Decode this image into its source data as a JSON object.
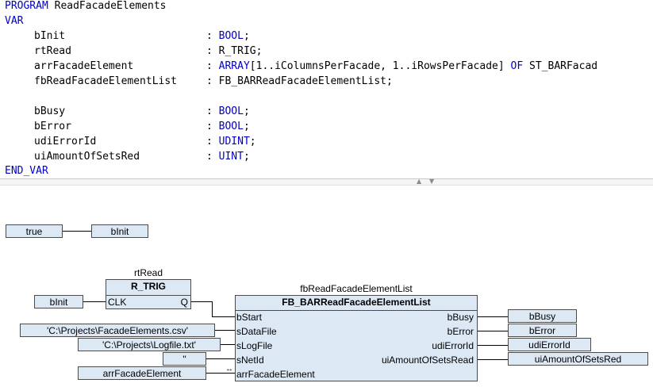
{
  "declaration": {
    "line1": {
      "kw": "PROGRAM",
      "name": "ReadFacadeElements"
    },
    "var_open": "VAR",
    "vars": [
      {
        "name": "bInit",
        "colon": ": ",
        "type_kw": "BOOL",
        "rest": ";"
      },
      {
        "name": "rtRead",
        "colon": ": ",
        "type_kw": "",
        "rest": "R_TRIG;"
      },
      {
        "name": "arrFacadeElement",
        "colon": ": ",
        "type_kw": "ARRAY",
        "rest": "[1..iColumnsPerFacade, 1..iRowsPerFacade]",
        "of_kw": "OF",
        "of_type": "ST_BARFacad"
      },
      {
        "name": "fbReadFacadeElementList",
        "colon": ": ",
        "type_kw": "",
        "rest": "FB_BARReadFacadeElementList;"
      },
      {
        "name": "bBusy",
        "colon": ": ",
        "type_kw": "BOOL",
        "rest": ";"
      },
      {
        "name": "bError",
        "colon": ": ",
        "type_kw": "BOOL",
        "rest": ";"
      },
      {
        "name": "udiErrorId",
        "colon": ": ",
        "type_kw": "UDINT",
        "rest": ";"
      },
      {
        "name": "uiAmountOfSetsRed",
        "colon": ": ",
        "type_kw": "UINT",
        "rest": ";"
      }
    ],
    "end_var": "END_VAR"
  },
  "splitter": {
    "up_arrow": "▲",
    "down_arrow": "▼"
  },
  "fbd": {
    "true_input": "true",
    "binit_output": "bInit",
    "rtrig": {
      "instance": "rtRead",
      "type": "R_TRIG",
      "clk_pin": "CLK",
      "q_pin": "Q",
      "input": "bInit"
    },
    "fb": {
      "instance": "fbReadFacadeElementList",
      "type": "FB_BARReadFacadeElementList",
      "inputs": [
        "bStart",
        "sDataFile",
        "sLogFile",
        "sNetId",
        "arrFacadeElement"
      ],
      "outputs": [
        "bBusy",
        "bError",
        "udiErrorId",
        "uiAmountOfSetsRead"
      ],
      "input_values": {
        "sDataFile": "'C:\\Projects\\FacadeElements.csv'",
        "sLogFile": "'C:\\Projects\\Logfile.txt'",
        "sNetId": "''",
        "arrFacadeElement": "arrFacadeElement"
      },
      "output_values": [
        "bBusy",
        "bError",
        "udiErrorId",
        "uiAmountOfSetsRed"
      ],
      "inout_glyph": "↔"
    }
  }
}
